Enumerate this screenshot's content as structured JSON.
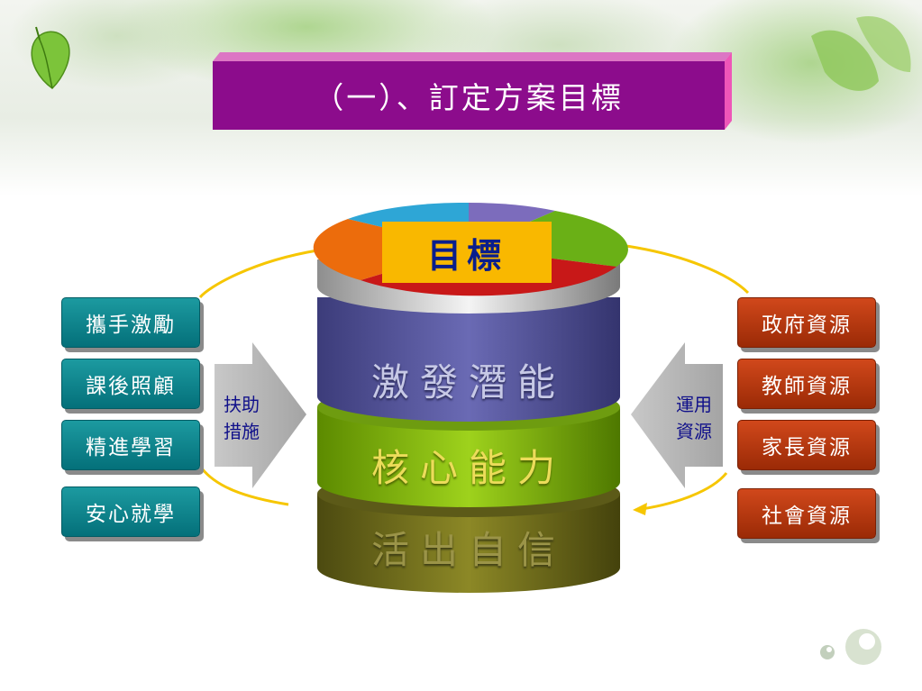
{
  "title": "（一）、訂定方案目標",
  "goal": "目標",
  "layers": [
    "激發潛能",
    "核心能力",
    "活出自信"
  ],
  "left_items": [
    "攜手激勵",
    "課後照顧",
    "精進學習",
    "安心就學"
  ],
  "left_arrow": [
    "扶助",
    "措施"
  ],
  "right_items": [
    "政府資源",
    "教師資源",
    "家長資源",
    "社會資源"
  ],
  "right_arrow": [
    "運用",
    "資源"
  ],
  "colors": {
    "title_bar": "#8c0c8c",
    "goal_label": "#f9b800",
    "teal_box": "#0f8188",
    "red_box": "#b23510",
    "layer_top": "#5a5a9e",
    "layer_mid": "#8cbc14",
    "layer_bottom": "#7d7a1e",
    "circle_line": "#f6c600"
  }
}
